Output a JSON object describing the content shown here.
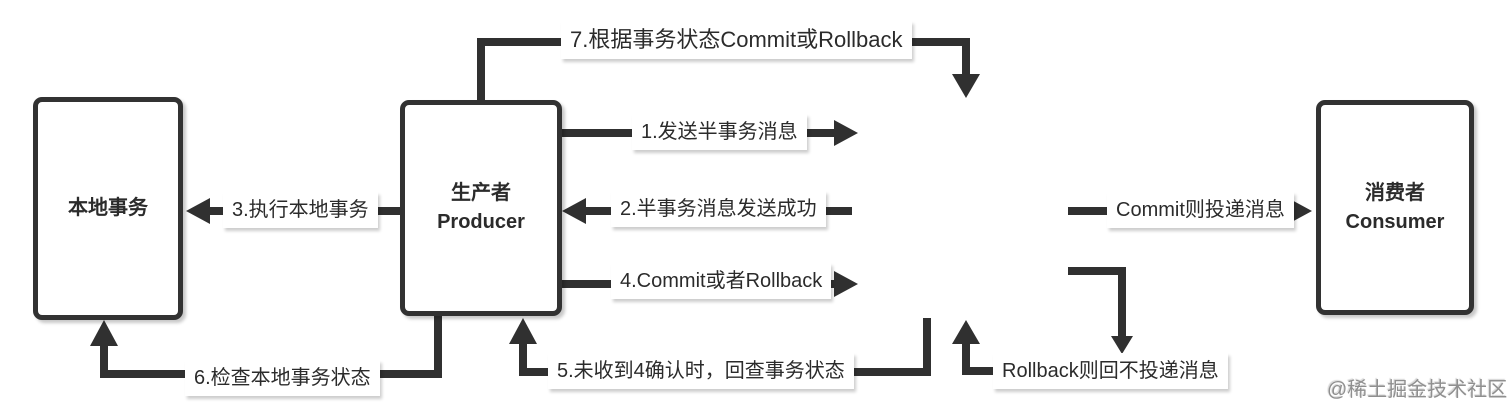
{
  "diagram": {
    "title": "transactional-message-flow",
    "colors": {
      "line": "#303030",
      "node_border": "#323232",
      "text": "#2b2b2b",
      "background": "#ffffff",
      "watermark": "#8f8f8f"
    },
    "nodes": {
      "local": {
        "line1": "本地事务",
        "line2": ""
      },
      "producer": {
        "line1": "生产者",
        "line2": "Producer"
      },
      "consumer": {
        "line1": "消费者",
        "line2": "Consumer"
      }
    },
    "edge_labels": {
      "step7": "7.根据事务状态Commit或Rollback",
      "step1": "1.发送半事务消息",
      "step3": "3.执行本地事务",
      "step2": "2.半事务消息发送成功",
      "step4": "4.Commit或者Rollback",
      "commit": "Commit则投递消息",
      "step6": "6.检查本地事务状态",
      "step5": "5.未收到4确认时，回查事务状态",
      "rollback": "Rollback则回不投递消息"
    },
    "watermark": "@稀土掘金技术社区"
  }
}
